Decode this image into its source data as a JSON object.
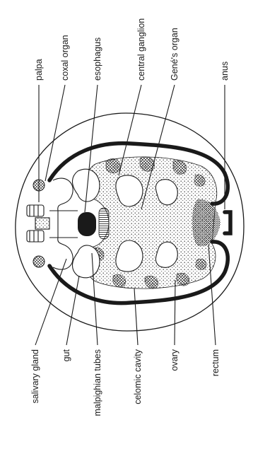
{
  "diagram": {
    "labels_top": {
      "palpa": "palpa",
      "coxal_organ": "coxal organ",
      "esophagus": "esophagus",
      "central_ganglion": "central ganglion",
      "genes_organ": "Gené's organ",
      "anus": "anus"
    },
    "labels_bottom": {
      "salivary_gland": "salivary gland",
      "gut": "gut",
      "malpighian_tubes": "malpighian tubes",
      "celomic_cavity": "celomic cavity",
      "ovary": "ovary",
      "rectum": "rectum"
    }
  }
}
